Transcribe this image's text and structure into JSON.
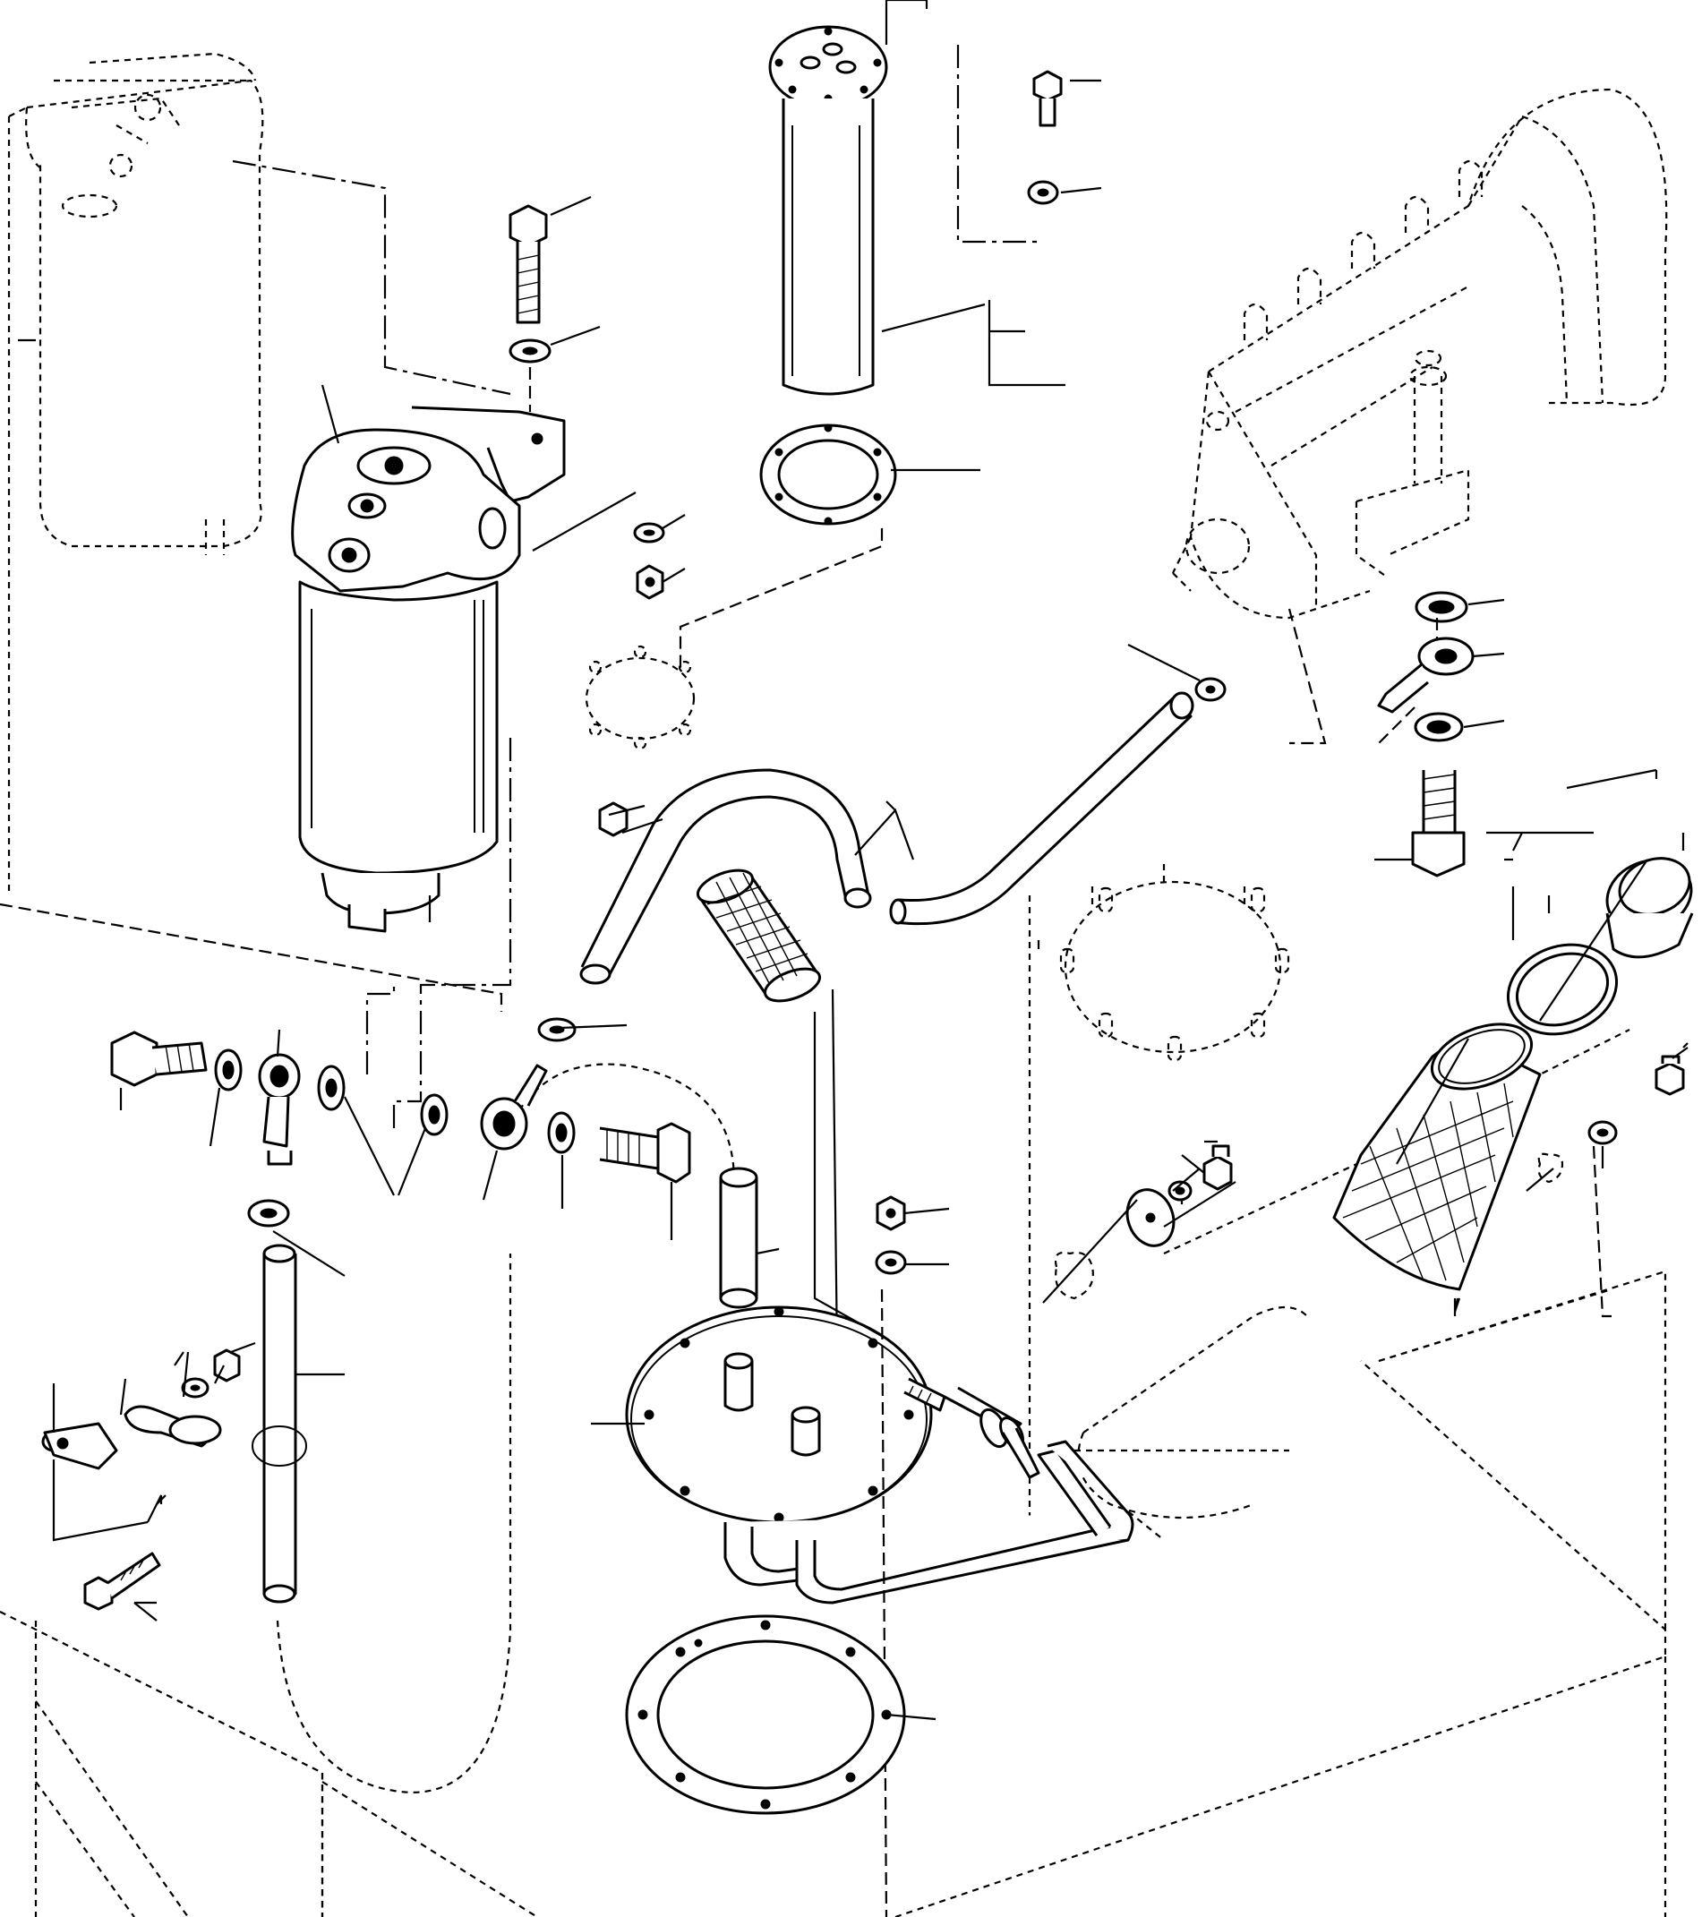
{
  "figure": {
    "colors": {
      "ink": "#000000",
      "paper": "#ffffff"
    },
    "components": [
      "fuel-filter-assembly",
      "fuel-filter-phantom",
      "fuel-sender-unit",
      "sender-gasket",
      "injection-pump-phantom",
      "fuel-hoses",
      "banjo-fittings",
      "tank-cover-plate",
      "cover-gasket",
      "strainer-assembly",
      "fuel-tank-phantom",
      "hose-clamps",
      "bolts-washers-nuts"
    ]
  }
}
